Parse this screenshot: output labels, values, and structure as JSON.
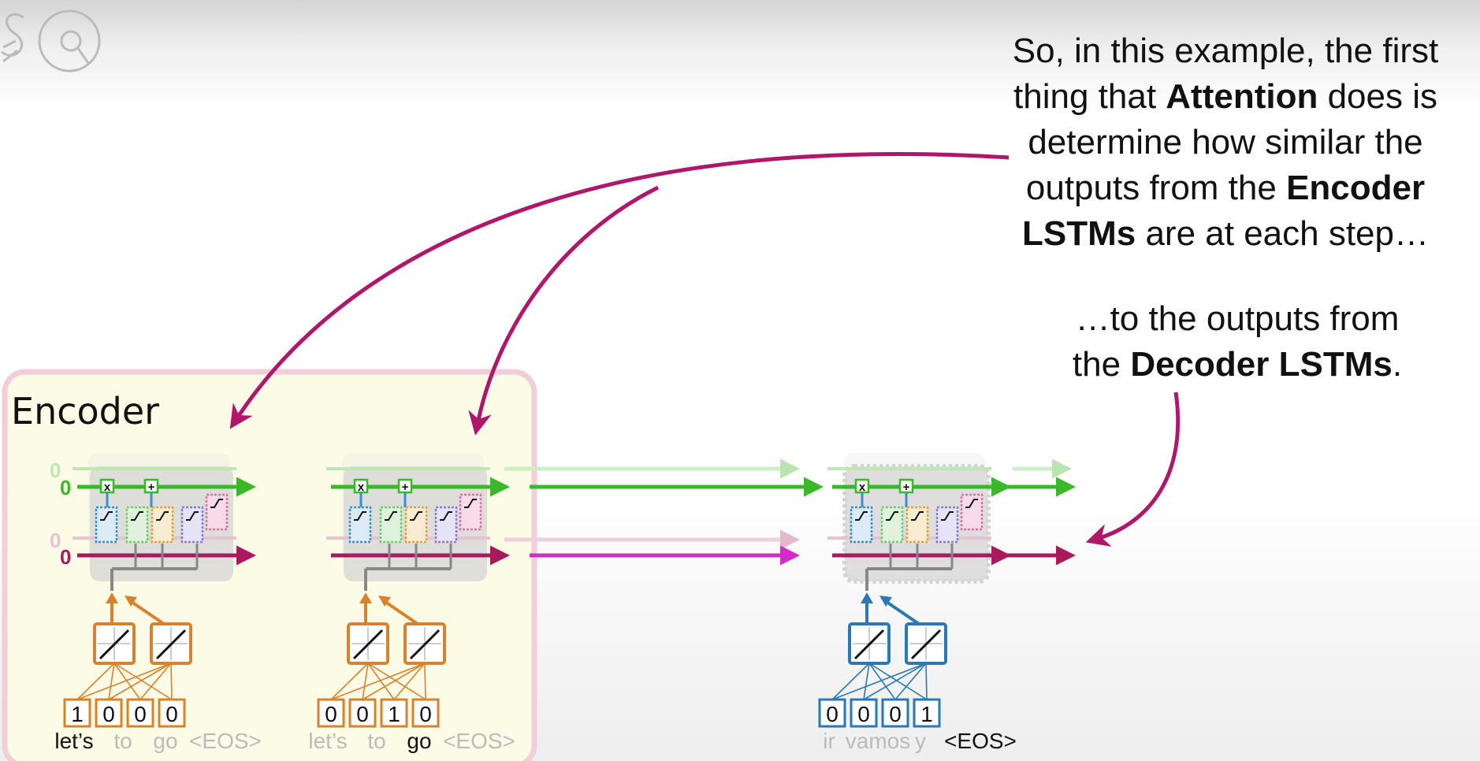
{
  "caption_main": {
    "line1": "So, in this example, the first",
    "line2_pre": "thing that ",
    "line2_bold": "Attention",
    "line2_post": " does is",
    "line3": "determine how similar the",
    "line4_pre": "outputs from the ",
    "line4_bold": "Encoder",
    "line5_bold": "LSTMs",
    "line5_post": " are at each step…"
  },
  "caption_sub": {
    "line1": "…to the outputs from",
    "line2_pre": "the ",
    "line2_bold": "Decoder LSTMs",
    "line2_post": "."
  },
  "encoder_label": "Encoder",
  "initial_values": {
    "short_term": "0",
    "long_term": "0"
  },
  "gate_symbols": {
    "multiply": "x",
    "add": "+"
  },
  "units": [
    {
      "id": "encoder-step-1",
      "embedding_color": "#d9822b",
      "one_hot": [
        "1",
        "0",
        "0",
        "0"
      ],
      "vocab": [
        "let’s",
        "to",
        "go",
        "<EOS>"
      ],
      "highlighted": 0
    },
    {
      "id": "encoder-step-2",
      "embedding_color": "#d9822b",
      "one_hot": [
        "0",
        "0",
        "1",
        "0"
      ],
      "vocab": [
        "let’s",
        "to",
        "go",
        "<EOS>"
      ],
      "highlighted": 2
    },
    {
      "id": "decoder-step-1",
      "embedding_color": "#2b78b5",
      "one_hot": [
        "0",
        "0",
        "0",
        "1"
      ],
      "vocab": [
        "ir",
        "vamos",
        "y",
        "<EOS>"
      ],
      "highlighted": 3
    }
  ],
  "colors": {
    "arrow": "#b0176b",
    "long_term": "#3bb82a",
    "short_term": "#a8195e",
    "encoder_bg": "#fbfbe6",
    "encoder_border": "#f0cfd9"
  }
}
